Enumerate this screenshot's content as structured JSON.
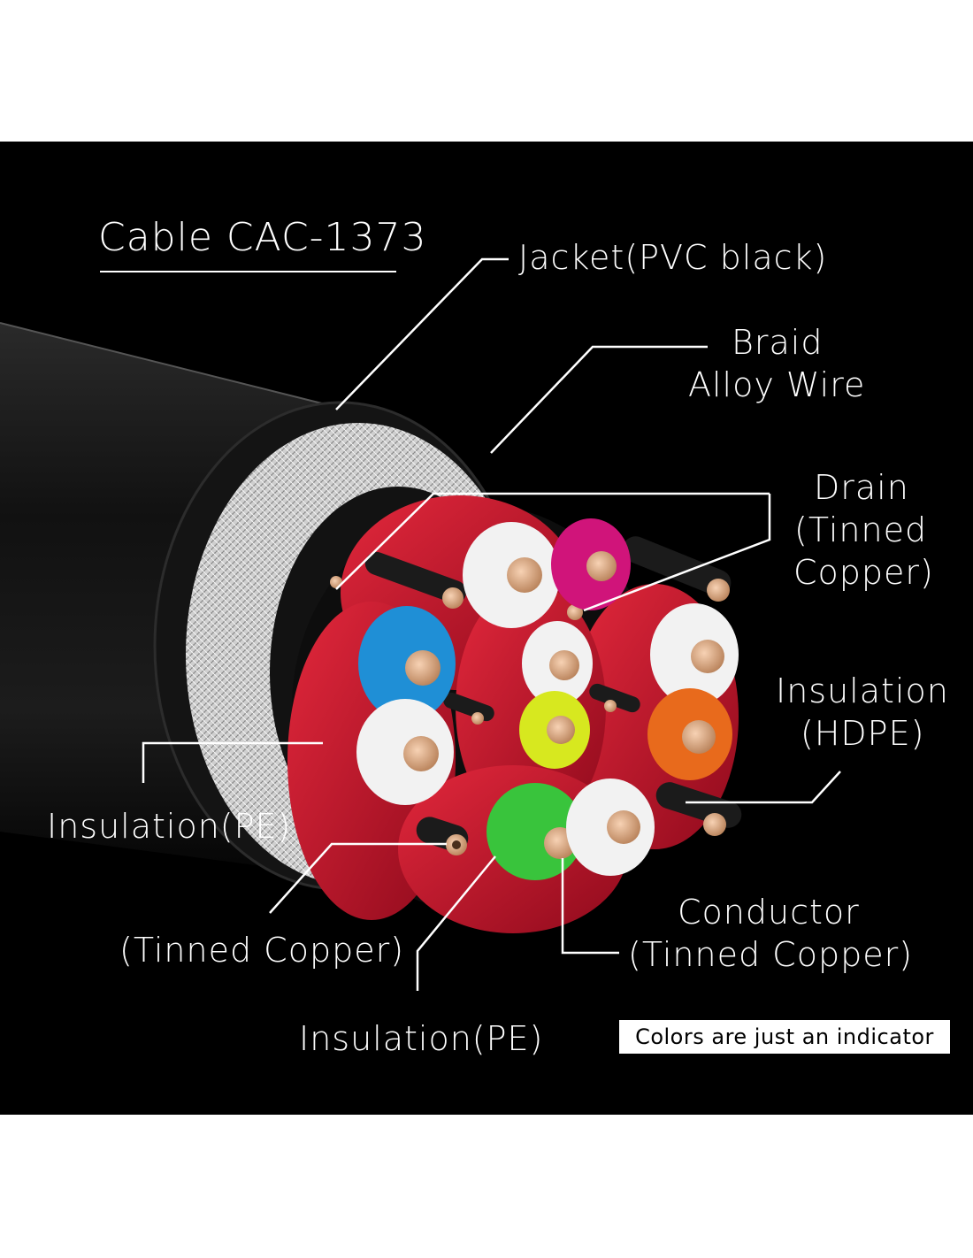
{
  "title": "Cable CAC-1373",
  "labels": {
    "jacket": "Jacket(PVC black)",
    "braid_line1": "Braid",
    "braid_line2": "Alloy Wire",
    "drain_line1": "Drain",
    "drain_line2": "(Tinned",
    "drain_line3": "Copper)",
    "insulation_hdpe_line1": "Insulation",
    "insulation_hdpe_line2": "(HDPE)",
    "insulation_pe_left": "Insulation(PE)",
    "tinned_copper_left": "(Tinned Copper)",
    "conductor_line1": "Conductor",
    "conductor_line2": "(Tinned Copper)",
    "insulation_pe_bottom": "Insulation(PE)"
  },
  "note": "Colors are just an indicator",
  "colors": {
    "background": "#000000",
    "jacket": "#1a1a1a",
    "braid": "#d9d9d9",
    "shield_red": "#c8102e",
    "copper": "#d9a37a",
    "wire_white": "#f2f2f2",
    "wire_magenta": "#d0147a",
    "wire_blue": "#1f8fd6",
    "wire_yellow": "#d7e81f",
    "wire_orange": "#e86a1c",
    "wire_green": "#39c43c"
  }
}
